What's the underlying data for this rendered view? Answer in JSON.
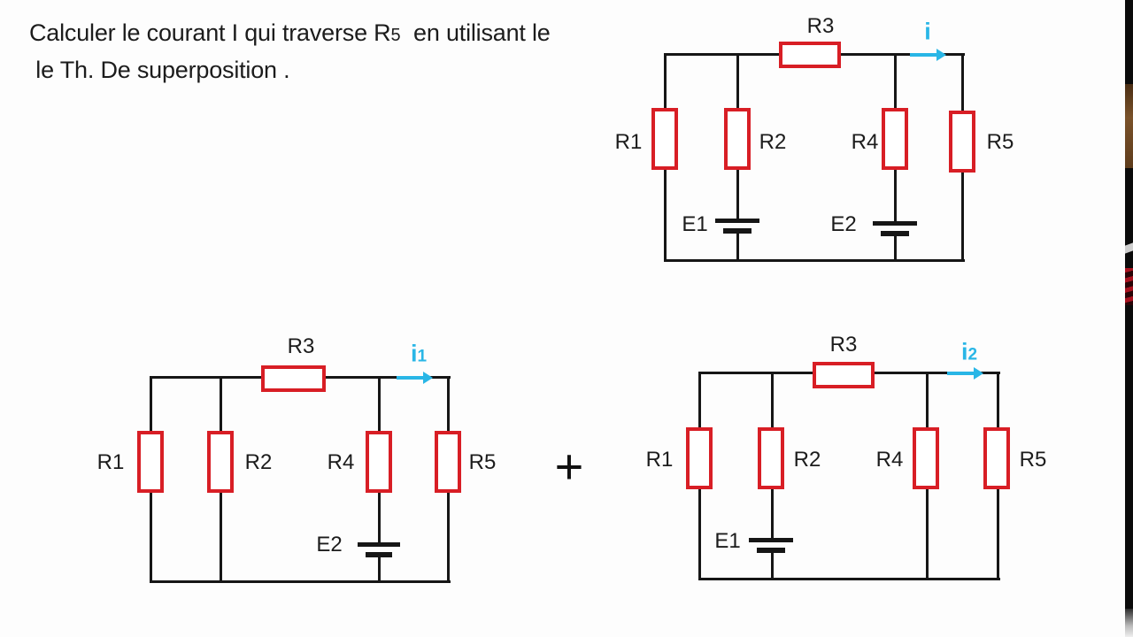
{
  "title": {
    "line1_pre": "Calculer le courant I qui traverse R",
    "line1_sub": "5",
    "line1_post": "  en utilisant le",
    "line2": " le Th. De superposition ."
  },
  "operator": {
    "plus": "+"
  },
  "colors": {
    "resistor_red": "#d81e25",
    "wire_black": "#161616",
    "current_cyan": "#29b6e6",
    "background": "#fdfdfd",
    "edge_strip": "#0b0b0b"
  },
  "circuits": {
    "full": {
      "labels": {
        "r1": "R1",
        "r2": "R2",
        "r3": "R3",
        "r4": "R4",
        "r5": "R5",
        "e1": "E1",
        "e2": "E2"
      },
      "current": {
        "base": "i",
        "sub": ""
      }
    },
    "sub1": {
      "labels": {
        "r1": "R1",
        "r2": "R2",
        "r3": "R3",
        "r4": "R4",
        "r5": "R5",
        "e2": "E2"
      },
      "current": {
        "base": "i",
        "sub": "1"
      }
    },
    "sub2": {
      "labels": {
        "r1": "R1",
        "r2": "R2",
        "r3": "R3",
        "r4": "R4",
        "r5": "R5",
        "e1": "E1"
      },
      "current": {
        "base": "i",
        "sub": "2"
      }
    }
  }
}
